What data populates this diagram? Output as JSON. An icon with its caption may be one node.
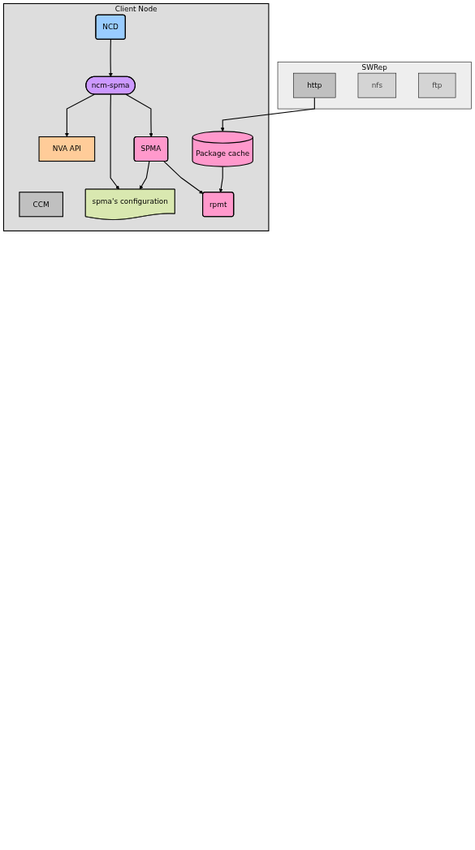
{
  "diagram": {
    "nodes": [
      {
        "text": [
          "Client Node"
        ]
      },
      {
        "text": [
          "CCM"
        ],
        "in": 0
      },
      {
        "text": [
          "NVA API"
        ],
        "in": 0
      },
      {
        "text": [
          "NCD"
        ],
        "in": 0
      },
      {
        "text": [
          "ncm-spma"
        ],
        "in": 0
      },
      {
        "text": [
          "spma's configuration"
        ],
        "in": 0
      },
      {
        "text": [
          "SPMA"
        ],
        "in": 0
      },
      {
        "text": [
          "Package cache"
        ],
        "in": 0
      },
      {
        "text": [
          "rpmt"
        ],
        "in": 0
      },
      {
        "text": [
          "SWRep"
        ]
      },
      {
        "text": [
          "http"
        ],
        "in": 9
      },
      {
        "text": [
          "nfs"
        ],
        "in": 9
      },
      {
        "text": [
          "ftp"
        ],
        "in": 9
      }
    ],
    "edges": [
      {
        "from": 3,
        "to": 4,
        "arrow": "to"
      },
      {
        "from": 4,
        "to": 2,
        "arrow": "to"
      },
      {
        "from": 4,
        "to": 5,
        "arrow": "to"
      },
      {
        "from": 4,
        "to": 6,
        "arrow": "to"
      },
      {
        "from": 6,
        "to": 5,
        "arrow": "to"
      },
      {
        "from": 6,
        "to": 8,
        "arrow": "to"
      },
      {
        "from": 7,
        "to": 8,
        "arrow": "to"
      },
      {
        "from": 10,
        "to": 7,
        "arrow": "to"
      }
    ]
  }
}
